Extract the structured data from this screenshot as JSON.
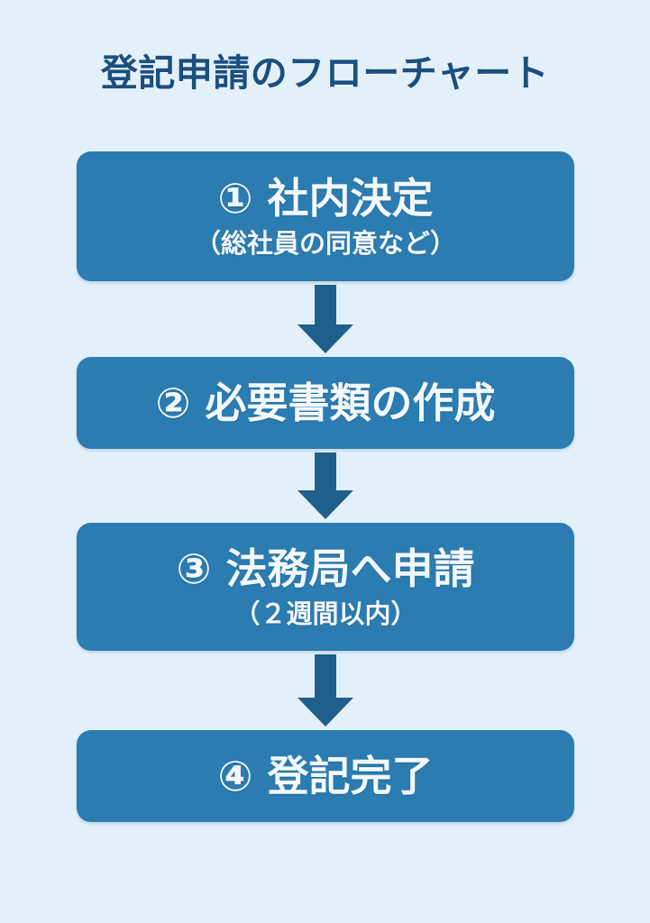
{
  "poster": {
    "title": "登記申請のフローチャート",
    "background_color": "#e3f0fa",
    "title_color": "#1a4f7f",
    "box_color": "#2b7cb0",
    "box_text_color": "#f2f8fc",
    "arrow_color": "#1f5f8b"
  },
  "flow": {
    "steps": [
      {
        "marker": "①",
        "main": "① 社内決定",
        "sub": "（総社員の同意など）"
      },
      {
        "marker": "②",
        "main": "② 必要書類の作成",
        "sub": ""
      },
      {
        "marker": "③",
        "main": "③ 法務局へ申請",
        "sub": "（２週間以内）"
      },
      {
        "marker": "④",
        "main": "④ 登記完了",
        "sub": ""
      }
    ],
    "connectors": [
      {
        "name": "arrow-step1-to-step2",
        "direction": "down"
      },
      {
        "name": "arrow-step2-to-step3",
        "direction": "down"
      },
      {
        "name": "arrow-step3-to-step4",
        "direction": "down"
      }
    ]
  }
}
